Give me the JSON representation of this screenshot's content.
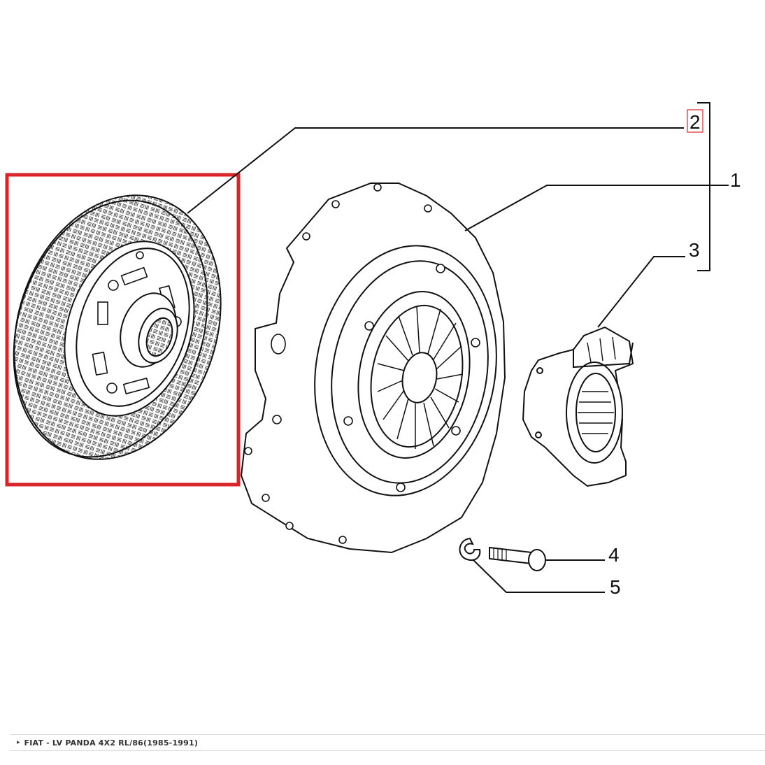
{
  "callouts": {
    "c1": "1",
    "c2": "2",
    "c3": "3",
    "c4": "4",
    "c5": "5"
  },
  "highlight_color": "#d9252a",
  "footer": {
    "expand_icon": "triangle-right-icon",
    "label": "FIAT - LV PANDA 4X2 RL/86(1985-1991)"
  }
}
